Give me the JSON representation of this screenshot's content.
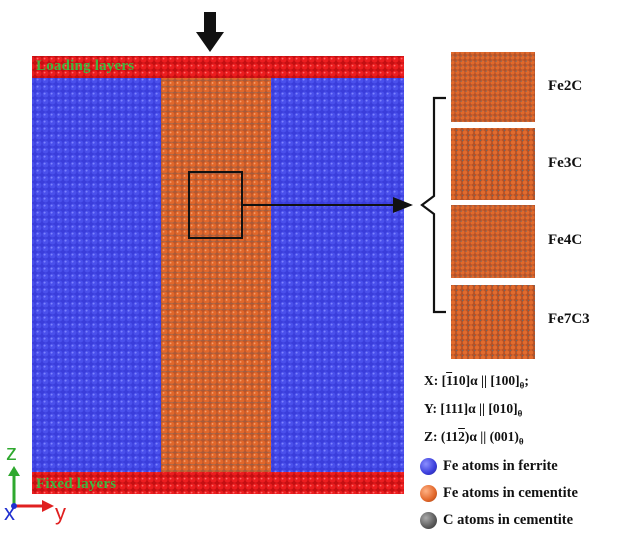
{
  "labels": {
    "loading_layers": "Loading layers",
    "fixed_layers": "Fixed layers"
  },
  "phases": [
    {
      "name": "Fe2C"
    },
    {
      "name": "Fe3C"
    },
    {
      "name": "Fe4C"
    },
    {
      "name": "Fe7C3"
    }
  ],
  "orientation": {
    "x": {
      "prefix": "X: [",
      "bar": "1",
      "rest": "10]α || [100]",
      "sub": "θ",
      "tail": ";"
    },
    "y": {
      "prefix": "Y: [111]α || [010]",
      "sub": "θ"
    },
    "z": {
      "prefix": "Z: (11",
      "bar": "2",
      "rest": ")α || (001)",
      "sub": "θ"
    }
  },
  "legend": [
    {
      "label": "Fe atoms in ferrite",
      "color": "#3a3ddb"
    },
    {
      "label": "Fe atoms in cementite",
      "color": "#e2672a"
    },
    {
      "label": "C atoms in cementite",
      "color": "#5a5a5a"
    }
  ],
  "axes": {
    "z": "z",
    "x": "x",
    "y": "y"
  },
  "colors": {
    "ferrite": "#3a3ddb",
    "cementite": "#d8703a",
    "boundary_layers": "#e0161a",
    "layer_label": "#3fb83f",
    "axis_z": "#2ea82e",
    "axis_y": "#e02020",
    "axis_x": "#2030d0"
  }
}
